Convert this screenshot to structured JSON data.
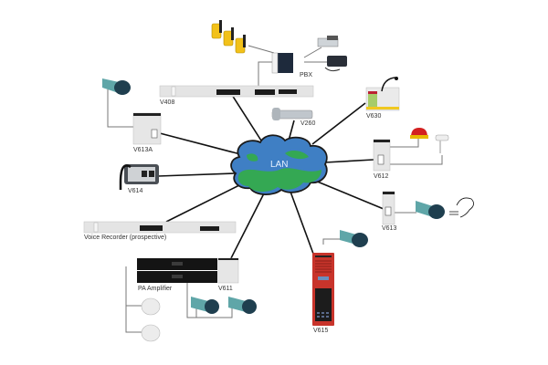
{
  "diagram": {
    "hub": {
      "label": "LAN",
      "colors": {
        "blue": "#3f7fc4",
        "green": "#34a853",
        "outline": "#1a1a1a"
      }
    },
    "nodes": [
      {
        "id": "v408",
        "label": "V408"
      },
      {
        "id": "pbx",
        "label": "PBX"
      },
      {
        "id": "v260",
        "label": "V260"
      },
      {
        "id": "v630",
        "label": "V630"
      },
      {
        "id": "v613a",
        "label": "V613A"
      },
      {
        "id": "v612",
        "label": "V612"
      },
      {
        "id": "v614",
        "label": "V614"
      },
      {
        "id": "v613",
        "label": "V613"
      },
      {
        "id": "recorder",
        "label": "Voice Recorder (prospective)"
      },
      {
        "id": "v611",
        "label": "V611"
      },
      {
        "id": "amp",
        "label": "PA Amplifier"
      },
      {
        "id": "v615",
        "label": "V615"
      }
    ],
    "colors": {
      "link": "#111111",
      "wire": "#777777",
      "device_light": "#e4e4e4",
      "device_dark": "#1c1c1c",
      "phone_yellow": "#f2c11a",
      "intercom_red": "#c8342b",
      "horn_teal": "#5fa6a8",
      "horn_dark": "#1f3f4f",
      "beacon_red": "#d32020"
    }
  }
}
